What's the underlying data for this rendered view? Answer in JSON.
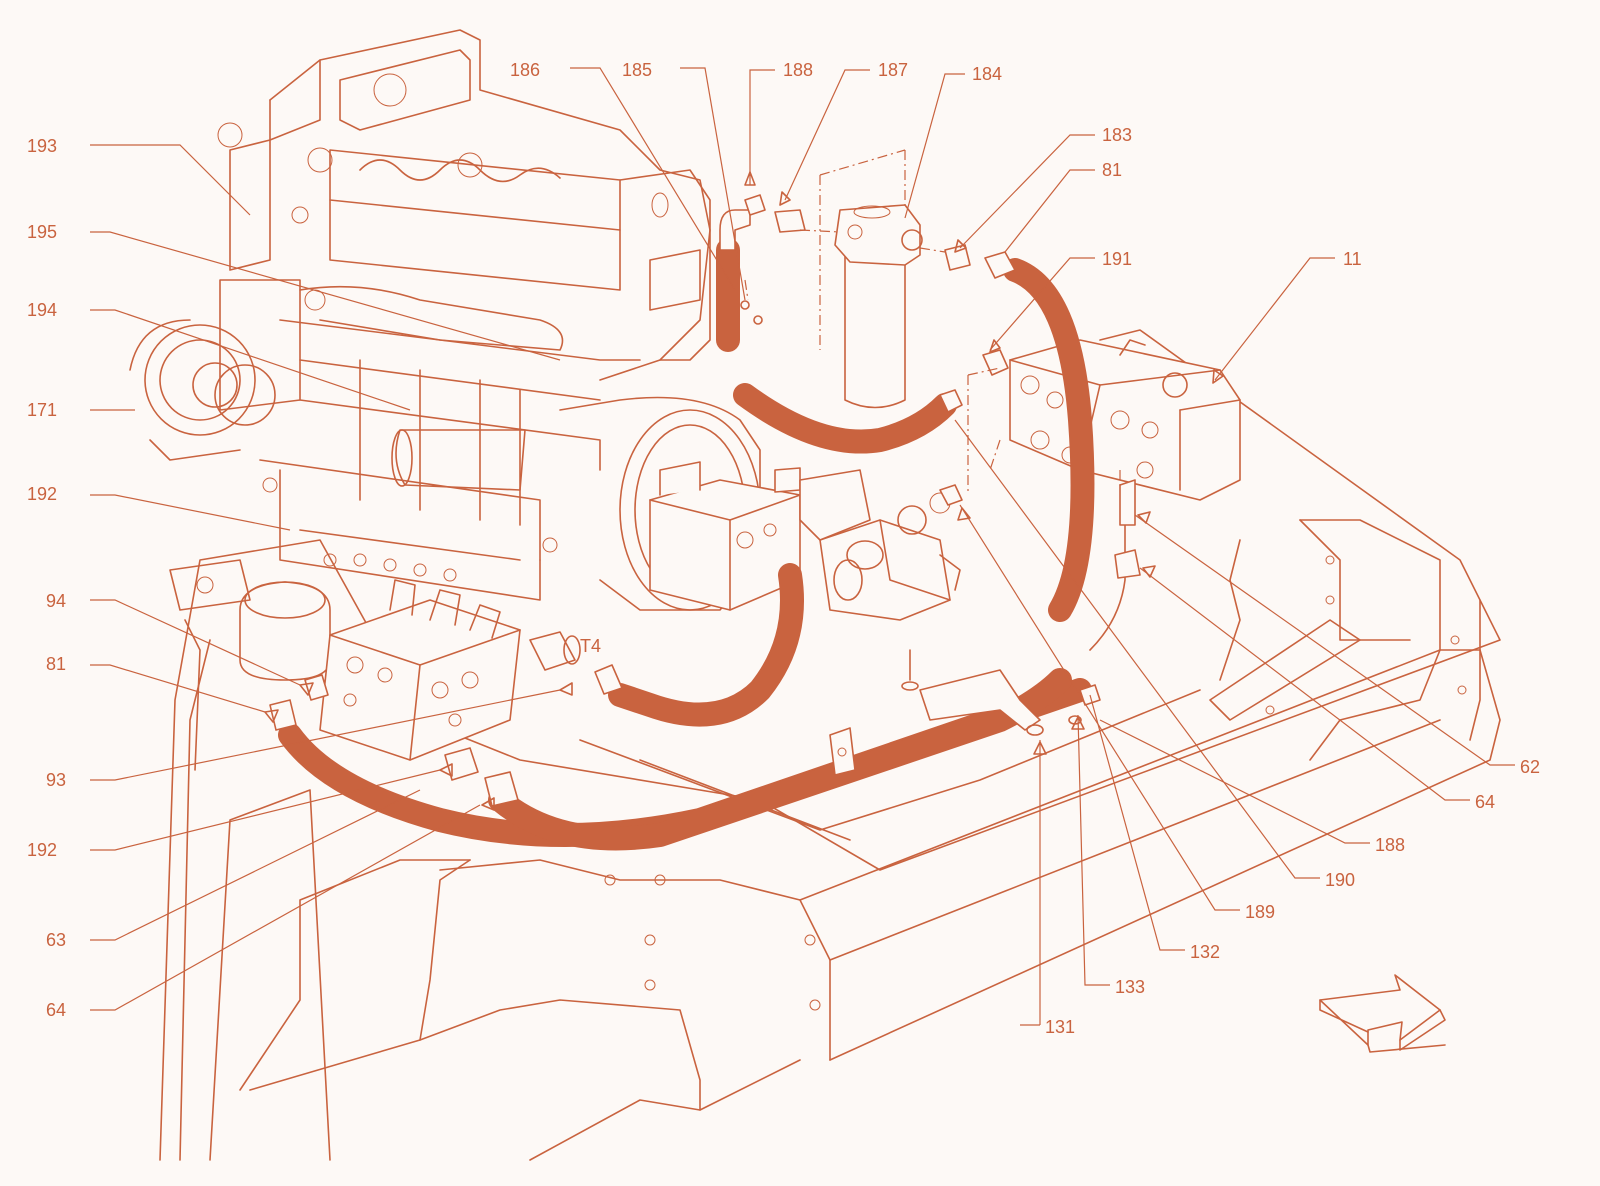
{
  "diagram": {
    "color": "#c9633f",
    "background": "#fdf9f6",
    "callouts": [
      {
        "id": "c193",
        "label": "193"
      },
      {
        "id": "c195",
        "label": "195"
      },
      {
        "id": "c194",
        "label": "194"
      },
      {
        "id": "c171",
        "label": "171"
      },
      {
        "id": "c192a",
        "label": "192"
      },
      {
        "id": "c94",
        "label": "94"
      },
      {
        "id": "c81a",
        "label": "81"
      },
      {
        "id": "c93",
        "label": "93"
      },
      {
        "id": "c192b",
        "label": "192"
      },
      {
        "id": "c63",
        "label": "63"
      },
      {
        "id": "c64a",
        "label": "64"
      },
      {
        "id": "c186",
        "label": "186"
      },
      {
        "id": "c185",
        "label": "185"
      },
      {
        "id": "c188a",
        "label": "188"
      },
      {
        "id": "c187",
        "label": "187"
      },
      {
        "id": "c184",
        "label": "184"
      },
      {
        "id": "c183",
        "label": "183"
      },
      {
        "id": "c81b",
        "label": "81"
      },
      {
        "id": "c191",
        "label": "191"
      },
      {
        "id": "c11",
        "label": "11"
      },
      {
        "id": "c62",
        "label": "62"
      },
      {
        "id": "c64b",
        "label": "64"
      },
      {
        "id": "c188b",
        "label": "188"
      },
      {
        "id": "c190",
        "label": "190"
      },
      {
        "id": "c189",
        "label": "189"
      },
      {
        "id": "c132",
        "label": "132"
      },
      {
        "id": "c133",
        "label": "133"
      },
      {
        "id": "c131",
        "label": "131"
      }
    ],
    "port_label": "T4",
    "direction_arrow": "arrow-right-icon"
  }
}
